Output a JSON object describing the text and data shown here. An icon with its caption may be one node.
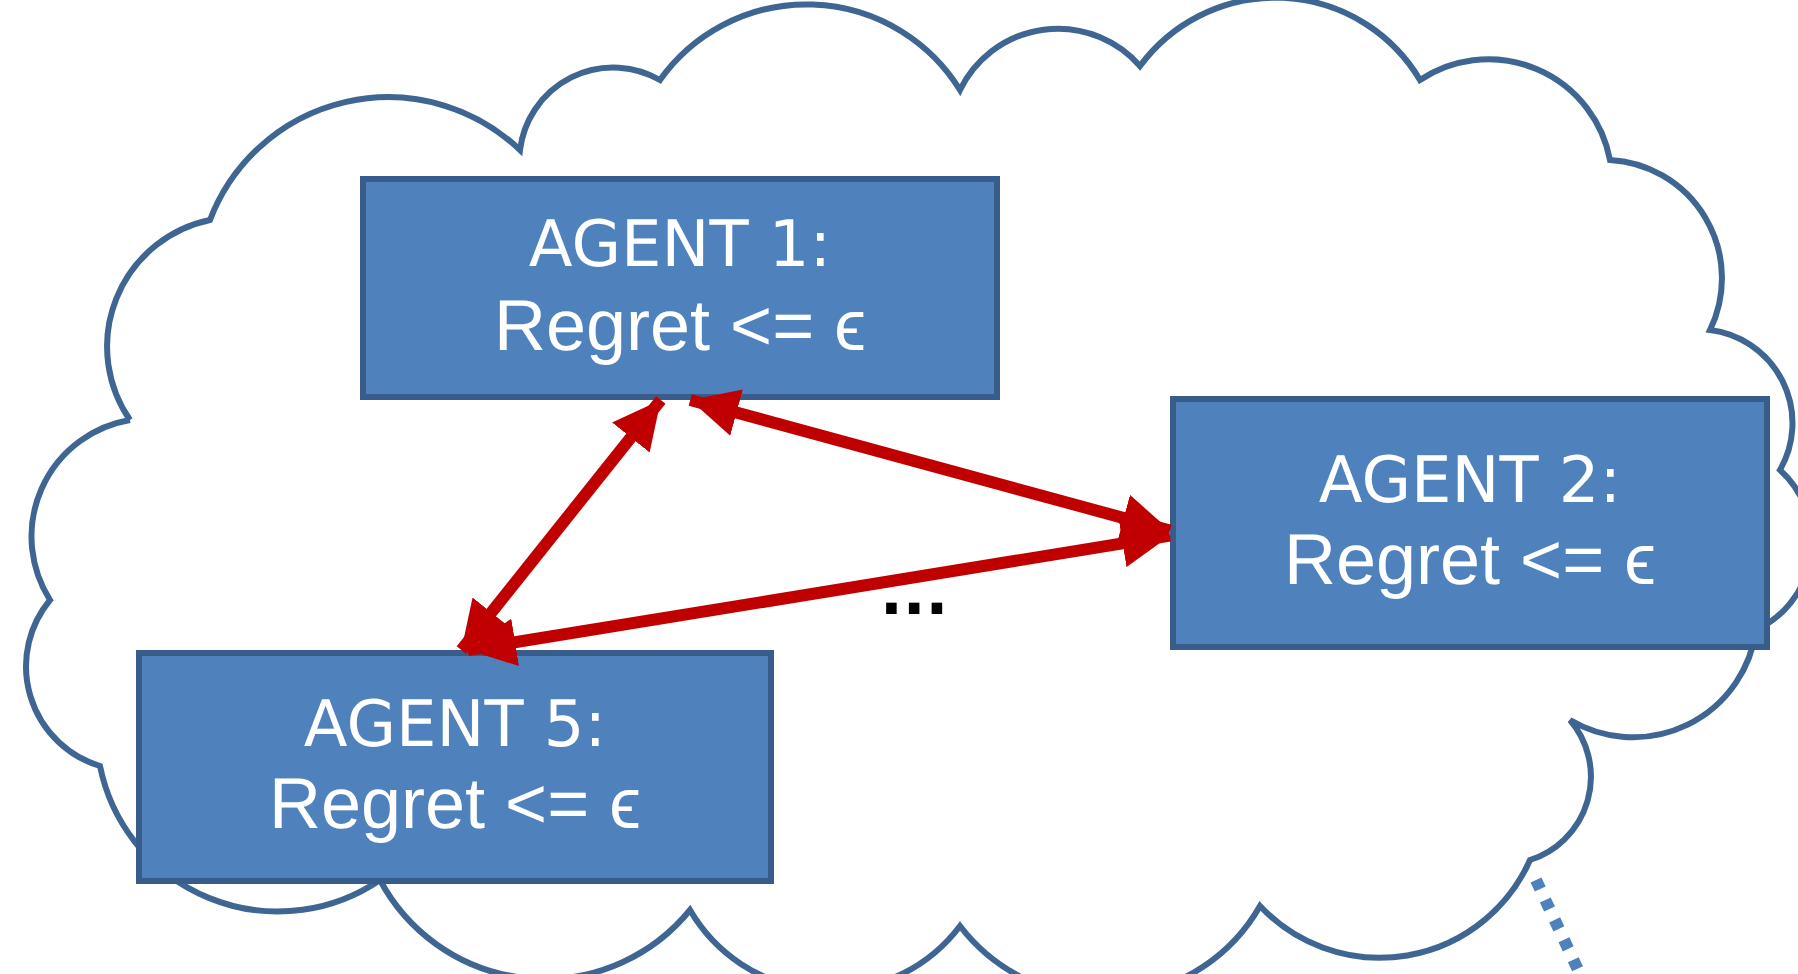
{
  "diagram": {
    "nodes": [
      {
        "text": [],
        "shape": "cloud"
      },
      {
        "text": [
          "AGENT 1:",
          "Regret <= ϵ"
        ],
        "in": 0
      },
      {
        "text": [
          "AGENT 2:",
          "Regret <= ϵ"
        ],
        "in": 0
      },
      {
        "text": [
          "AGENT 5:",
          "Regret <= ϵ"
        ],
        "in": 0
      }
    ],
    "edges": [
      {
        "from": 1,
        "to": 2,
        "arrow": "both"
      },
      {
        "from": 1,
        "to": 3,
        "arrow": "both"
      },
      {
        "from": 3,
        "to": 2,
        "arrow": "both"
      }
    ],
    "labels": [
      "..."
    ]
  }
}
